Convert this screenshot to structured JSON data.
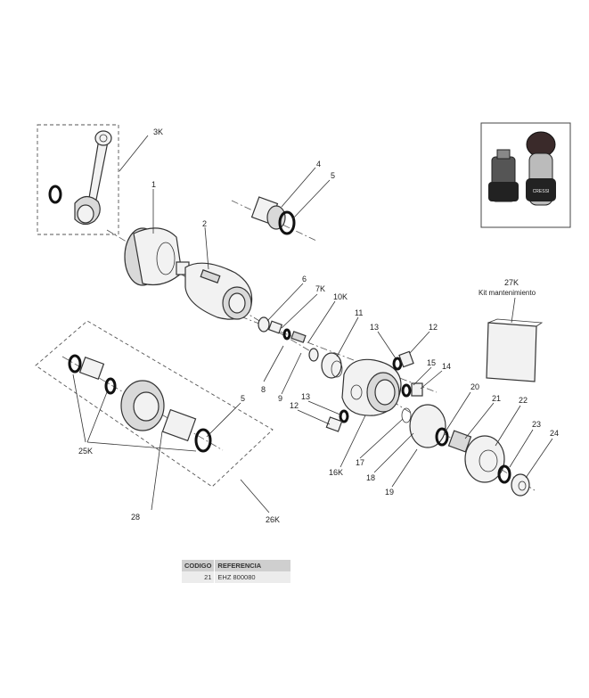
{
  "labels": {
    "p3k": "3K",
    "p1": "1",
    "p2": "2",
    "p4": "4",
    "p5a": "5",
    "p6": "6",
    "p7k": "7K",
    "p10k": "10K",
    "p11": "11",
    "p13a": "13",
    "p12a": "12",
    "p15": "15",
    "p14": "14",
    "p8": "8",
    "p9": "9",
    "p13b": "13",
    "p12b": "12",
    "p16k": "16K",
    "p17": "17",
    "p18": "18",
    "p19": "19",
    "p20": "20",
    "p21": "21",
    "p22": "22",
    "p23": "23",
    "p24": "24",
    "p5b": "5",
    "p25k": "25K",
    "p28": "28",
    "p26k": "26K",
    "p27k": "27K"
  },
  "kit_label": "Kit mantenimiento",
  "photo_brand": "CRESSI",
  "table": {
    "headers": [
      "CODIGO",
      "REFERENCIA"
    ],
    "rows": [
      [
        "21",
        "EHZ 800080"
      ]
    ]
  }
}
